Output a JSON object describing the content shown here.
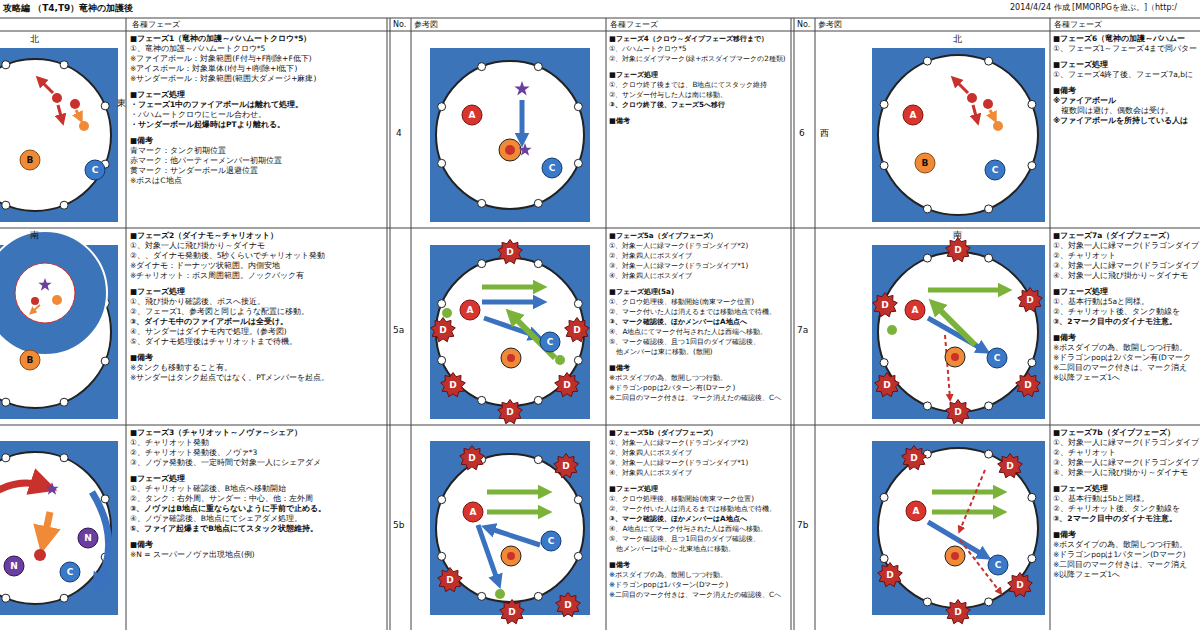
{
  "diagram": {
    "title": "攻略編 （T4,T9）竜神の加護後",
    "nodes": [
      {
        "text": [
          "B"
        ]
      },
      {
        "text": [
          "C"
        ]
      },
      {
        "text": [
          "■フェーズ1（竜神の加護～バハムートクロウ*5）",
          "①、竜神の加護～バハムートクロウ*5",
          "※ファイアボール：対象範囲(F付与+F削除+F低下)",
          "※アイスボール：対象単体(I付与+I削除+I低下)",
          "※サンダーボール：対象範囲(範囲大ダメージ+麻痺)",
          "■フェーズ処理",
          "・フェーズ1中のファイアボールは離れて処理。",
          "・バハムートクロウにヒール合わせ。",
          "・サンダーボール起爆時はPTより離れる。",
          "■備考",
          "青マーク：タンク初期位置",
          "赤マーク：他パーティーメンバー初期位置",
          "黄マーク：サンダーボール退避位置",
          "※ボスはC地点"
        ]
      },
      {
        "text": [
          "A"
        ]
      },
      {
        "text": [
          "C"
        ]
      },
      {
        "text": [
          "■フェーズ4（クロウ～ダイブフェーズ移行まで）",
          "①、バハムートクロウ*5",
          "②、対象にダイブマーク(緑+ボスダイブマークの2種類)",
          "■フェーズ処理",
          "①、クロウ終了後までは、B地点にてスタック維持",
          "②、サンダー付与した人は南に移動。",
          "③、クロウ終了後、フェーズ5へ移行",
          "■備考"
        ]
      },
      {
        "text": [
          "A"
        ]
      },
      {
        "text": [
          "B"
        ]
      },
      {
        "text": [
          "C"
        ]
      },
      {
        "text": [
          "■フェーズ6（竜神の加護～バハムー",
          "①、フェーズ1～フェーズ4まで同パター",
          "■フェーズ処理",
          "①、フェーズ4終了後、フェーズ7a,bに",
          "■備考",
          "※ファイアボール",
          "　複数回は避け、偶数会は受け。",
          "※ファイアボールを所持している人は"
        ]
      },
      {
        "text": [
          "B"
        ]
      },
      {
        "text": [
          "■フェーズ2（ダイナモ～チャリオット）",
          "①、対象一人に飛び掛かり～ダイナモ",
          "②、、ダイナモ発動後、5秒くらいでチャリオット発動",
          "※ダイナモ：ドーナッツ状範囲。内側安地",
          "※チャリオット：ボス周囲範囲。ノックバック有",
          "■フェーズ処理",
          "①、飛び掛かり確認後、ボスへ接近。",
          "②、フェーズ1、参考図と同じような配置に移動。",
          "③、ダイナモ中のファイアボールは全受け。",
          "④、サンダーはダイナモ内で処理。(参考図)",
          "⑤、ダイナモ処理後はチャリオットまで待機。",
          "■備考",
          "※タンクも移動すること有。",
          "※サンダーはタンク起点ではなく、PTメンバーを起点。"
        ]
      },
      {
        "text": [
          "D"
        ]
      },
      {
        "text": [
          "D"
        ]
      },
      {
        "text": [
          "D"
        ]
      },
      {
        "text": [
          "D"
        ]
      },
      {
        "text": [
          "D"
        ]
      },
      {
        "text": [
          "D"
        ]
      },
      {
        "text": [
          "A"
        ]
      },
      {
        "text": [
          "C"
        ]
      },
      {
        "text": [
          "■フェーズ5a（ダイブフェーズ）",
          "①、対象一人に緑マーク(ドラゴンダイブ*2)",
          "②、対象四人にボスダイブ",
          "③、対象一人に緑マーク(ドラゴンダイブ*1)",
          "④、対象四人にボスダイブ",
          "■フェーズ処理(5a)",
          "①、クロウ処理後、移動開始(南東マーク位置)",
          "②、マーク付いた人は消えるまでは移動地点で待機。",
          "③、マーク確認後、ほかメンバーはA地点へ",
          "④、A地点にてマーク付与された人は西端へ移動。",
          "⑤、マーク確認後、且つ1回目のダイブ確認後、",
          "　他メンバーは東に移動。(散開)",
          "■備考",
          "※ボスダイブの為、散開しつつ行動。",
          "※ドラゴンpopは2パターン有(Dマーク)",
          "※二回目のマーク付きは、マーク消えたの確認後、Cへ"
        ]
      },
      {
        "text": [
          "D"
        ]
      },
      {
        "text": [
          "D"
        ]
      },
      {
        "text": [
          "D"
        ]
      },
      {
        "text": [
          "D"
        ]
      },
      {
        "text": [
          "D"
        ]
      },
      {
        "text": [
          "D"
        ]
      },
      {
        "text": [
          "A"
        ]
      },
      {
        "text": [
          "C"
        ]
      },
      {
        "text": [
          "■フェーズ7a（ダイブフェーズ）",
          "①、対象一人に緑マーク(ドラゴンダイブ",
          "②、チャリオット",
          "③、対象一人に緑マーク(ドラゴンダイブ",
          "④、対象一人に飛び掛かり～ダイナモ",
          "■フェーズ処理",
          "①、基本行動は5aと同様。",
          "②、チャリオット後、タンク動線を",
          "③、2マーク目中のダイナモ注意。",
          "■備考",
          "※ボスダイブの為、散開しつつ行動。",
          "※ドラゴンpopは2パターン有(Dマーク",
          "※二回目のマーク付きは、マーク消え",
          "※以降フェーズ1へ"
        ]
      },
      {
        "text": [
          "N"
        ]
      },
      {
        "text": [
          "C"
        ]
      },
      {
        "text": [
          "N"
        ]
      },
      {
        "text": [
          "■フェーズ3（チャリオット～ノヴァ～シェア）",
          "①、チャリオット発動",
          "②、チャリオット発動後、ノヴァ*3",
          "③、ノヴァ発動後、一定時間で対象一人にシェアダメ",
          "■フェーズ処理",
          "①、チャリオット確認後、B地点へ移動開始",
          "②、タンク：右外周、サンダー：中心、他：左外周",
          "③、ノヴァはB地点に重ならないように手前で止める。",
          "④、ノヴァ確認後、B地点にてシェアダメ処理。",
          "⑤、ファイア起爆までB地点にてスタック状態維持。",
          "■備考",
          "※N = スーパーノヴァ出現地点(例)"
        ]
      },
      {
        "text": [
          "D"
        ]
      },
      {
        "text": [
          "D"
        ]
      },
      {
        "text": [
          "D"
        ]
      },
      {
        "text": [
          "D"
        ]
      },
      {
        "text": [
          "D"
        ]
      },
      {
        "text": [
          "A"
        ]
      },
      {
        "text": [
          "C"
        ]
      },
      {
        "text": [
          "■フェーズ5b（ダイブフェーズ）",
          "①、対象一人に緑マーク(ドラゴンダイブ*2)",
          "②、対象四人にボスダイブ",
          "③、対象一人に緑マーク(ドラゴンダイブ*1)",
          "④、対象四人にボスダイブ",
          "■フェーズ処理",
          "①、クロウ処理後、移動開始(南東マーク位置)",
          "②、マーク付いた人は消えるまでは移動地点で待機。",
          "③、マーク確認後、ほかメンバーはA地点へ",
          "④、A地点にてマーク付与された人は西端へ移動。",
          "⑤、マーク確認後、且つ1回目のダイブ確認後、",
          "　他メンバーは中心～北東地点に移動。",
          "■備考",
          "※ボスダイブの為、散開しつつ行動。",
          "※ドラゴンpopは1パターン(Dマーク)",
          "※二回目のマーク付きは、マーク消えたの確認後、Cへ"
        ]
      },
      {
        "text": [
          "D"
        ]
      },
      {
        "text": [
          "D"
        ]
      },
      {
        "text": [
          "D"
        ]
      },
      {
        "text": [
          "D"
        ]
      },
      {
        "text": [
          "D"
        ]
      },
      {
        "text": [
          "A"
        ]
      },
      {
        "text": [
          "C"
        ]
      },
      {
        "text": [
          "■フェーズ7b（ダイブフェーズ）",
          "①、対象一人に緑マーク(ドラゴンダイブ",
          "②、チャリオット",
          "③、対象一人に緑マーク(ドラゴンダイブ",
          "④、対象一人に飛び掛かり～ダイナモ",
          "■フェーズ処理",
          "①、基本行動は5bと同様。",
          "②、チャリオット後、タンク動線を",
          "③、2マーク目中のダイナモ注意。",
          "■備考",
          "※ボスダイブの為、散開しつつ行動。",
          "※ドラゴンpopは1パターン(Dマーク)",
          "※二回目のマーク付きは、マーク消え",
          "※以降フェーズ1へ"
        ]
      }
    ],
    "labels": [
      "2014/4/24 作成 [MMORPGを遊ぶ。]（http:/",
      "各種フェーズ",
      "No.",
      "参考図",
      "各種フェーズ",
      "No.",
      "参考図",
      "各種フェーズ",
      "北",
      "東",
      "南",
      "4",
      "5a",
      "5b",
      "6",
      "西",
      "北",
      "南",
      "7a",
      "7b"
    ]
  }
}
